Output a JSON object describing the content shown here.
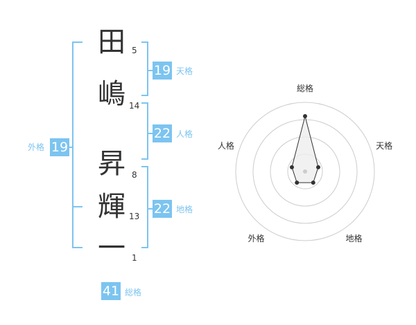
{
  "name": {
    "chars": [
      {
        "char": "田",
        "strokes": "5"
      },
      {
        "char": "嶋",
        "strokes": "14"
      },
      {
        "char": "昇",
        "strokes": "8"
      },
      {
        "char": "輝",
        "strokes": "13"
      },
      {
        "char": "一",
        "strokes": "1"
      }
    ]
  },
  "kaku": {
    "tenkaku": {
      "value": "19",
      "label": "天格"
    },
    "jinkaku": {
      "value": "22",
      "label": "人格"
    },
    "chikaku": {
      "value": "22",
      "label": "地格"
    },
    "gaikaku": {
      "value": "19",
      "label": "外格"
    },
    "soukaku": {
      "value": "41",
      "label": "総格"
    }
  },
  "colors": {
    "accent": "#7cc4f0",
    "text": "#333333"
  },
  "chart_data": {
    "type": "radar",
    "axes": [
      "総格",
      "天格",
      "地格",
      "外格",
      "人格"
    ],
    "values": [
      4,
      1,
      1,
      1,
      1
    ],
    "rmax": 5,
    "rings": 4,
    "grid": true
  }
}
